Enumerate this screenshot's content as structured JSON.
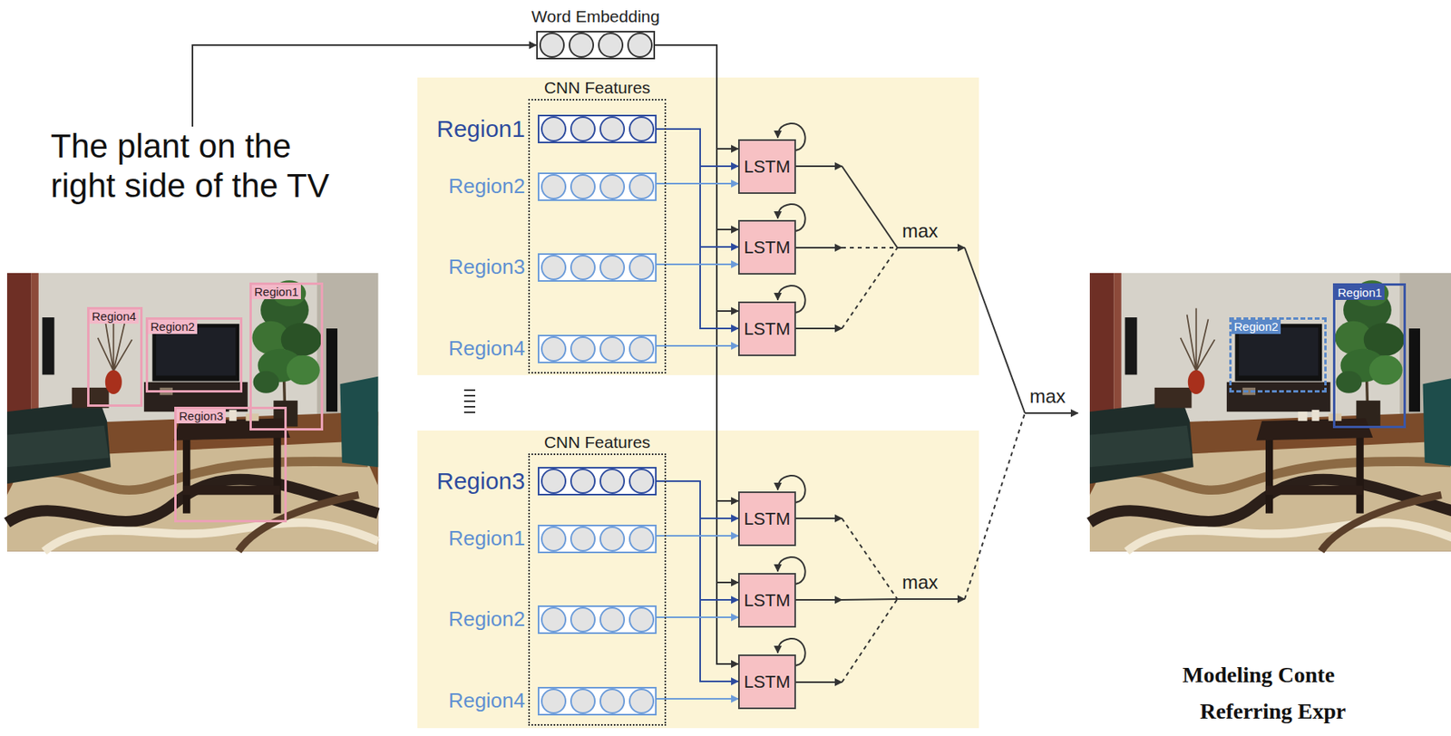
{
  "diagram": {
    "nodes": [
      {
        "text": [
          "The plant on the right side of the TV"
        ]
      },
      {
        "text": [
          "Region1"
        ]
      },
      {
        "text": [
          "Region4"
        ]
      },
      {
        "text": [
          "Region2"
        ]
      },
      {
        "text": [
          "Region3"
        ]
      },
      {
        "text": [
          "Word Embedding"
        ]
      },
      {
        "text": [
          "CNN Features"
        ]
      },
      {
        "text": [
          "Region1"
        ],
        "in": 6
      },
      {
        "text": [
          "Region2"
        ],
        "in": 6
      },
      {
        "text": [
          "Region3"
        ],
        "in": 6
      },
      {
        "text": [
          "Region4"
        ],
        "in": 6
      },
      {
        "text": [
          "LSTM"
        ]
      },
      {
        "text": [
          "LSTM"
        ]
      },
      {
        "text": [
          "LSTM"
        ]
      },
      {
        "text": [
          "CNN Features"
        ]
      },
      {
        "text": [
          "Region3"
        ],
        "in": 14
      },
      {
        "text": [
          "Region1"
        ],
        "in": 14
      },
      {
        "text": [
          "Region2"
        ],
        "in": 14
      },
      {
        "text": [
          "Region4"
        ],
        "in": 14
      },
      {
        "text": [
          "LSTM"
        ]
      },
      {
        "text": [
          "LSTM"
        ]
      },
      {
        "text": [
          "LSTM"
        ]
      },
      {
        "text": [
          "Region1"
        ]
      },
      {
        "text": [
          "Region2"
        ]
      }
    ],
    "edges": [
      {
        "from": 0,
        "to": 5,
        "arrow": "to"
      },
      {
        "from": 5,
        "to": 11,
        "arrow": "to"
      },
      {
        "from": 5,
        "to": 12,
        "arrow": "to"
      },
      {
        "from": 5,
        "to": 13,
        "arrow": "to"
      },
      {
        "from": 5,
        "to": 19,
        "arrow": "to"
      },
      {
        "from": 5,
        "to": 20,
        "arrow": "to"
      },
      {
        "from": 5,
        "to": 21,
        "arrow": "to"
      },
      {
        "from": 7,
        "to": 11,
        "arrow": "to"
      },
      {
        "from": 7,
        "to": 12,
        "arrow": "to"
      },
      {
        "from": 7,
        "to": 13,
        "arrow": "to"
      },
      {
        "from": 8,
        "to": 11,
        "arrow": "to"
      },
      {
        "from": 9,
        "to": 12,
        "arrow": "to"
      },
      {
        "from": 10,
        "to": 13,
        "arrow": "to"
      },
      {
        "from": 15,
        "to": 19,
        "arrow": "to"
      },
      {
        "from": 15,
        "to": 20,
        "arrow": "to"
      },
      {
        "from": 15,
        "to": 21,
        "arrow": "to"
      },
      {
        "from": 16,
        "to": 19,
        "arrow": "to"
      },
      {
        "from": 17,
        "to": 20,
        "arrow": "to"
      },
      {
        "from": 18,
        "to": 21,
        "arrow": "to"
      }
    ],
    "labels": [
      "max",
      "max",
      "max",
      "Modeling Conte",
      "Referring Expr"
    ]
  }
}
